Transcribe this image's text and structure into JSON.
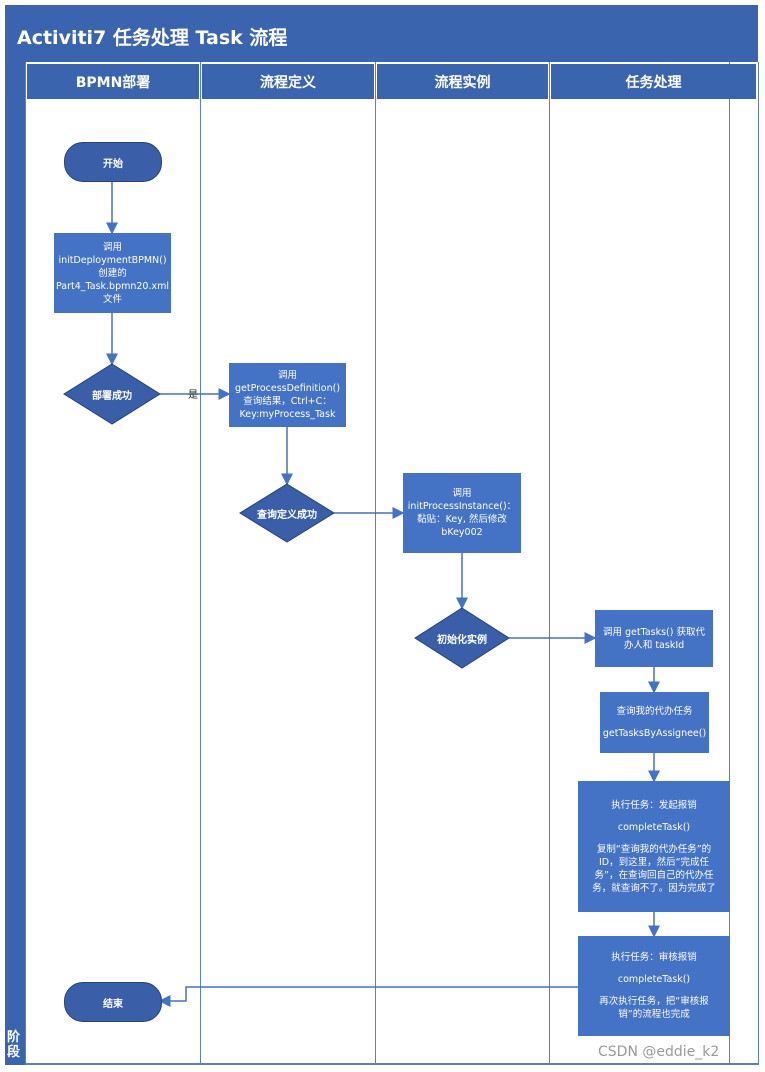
{
  "title": "Activiti7 任务处理 Task 流程",
  "stage_label": "阶段",
  "lanes": [
    "BPMN部署",
    "流程定义",
    "流程实例",
    "任务处理"
  ],
  "nodes": {
    "start": "开始",
    "deploy": [
      "调用",
      "initDeploymentBPMN()",
      "创建的",
      "Part4_Task.bpmn20.xml",
      "文件"
    ],
    "deploy_ok": "部署成功",
    "get_def": [
      "调用",
      "getProcessDefinition()",
      "查询结果，Ctrl+C：",
      "Key:myProcess_Task"
    ],
    "query_ok": "查询定义成功",
    "init_instance": [
      "调用",
      "initProcessInstance()：",
      "黏贴：Key, 然后修改",
      "bKey002"
    ],
    "init_done": "初始化实例",
    "get_tasks": [
      "调用 getTasks() 获取代",
      "办人和 taskId"
    ],
    "my_tasks": [
      "查询我的代办任务",
      "",
      "getTasksByAssignee()"
    ],
    "exec_task": [
      "执行任务：发起报销",
      "",
      "completeTask()",
      "",
      "复制“查询我的代办任务”的",
      "ID，到这里，然后“完成任",
      "务”，在查询回自己的代办任",
      "务，就查询不了。因为完成了"
    ],
    "audit_task": [
      "执行任务：审核报销",
      "",
      "completeTask()",
      "",
      "再次执行任务，把“审核报",
      "销”的流程也完成"
    ],
    "end": "结束"
  },
  "edge_labels": {
    "yes": "是"
  },
  "watermark": "CSDN @eddie_k2",
  "colors": {
    "primary": "#4472c4",
    "header": "#3b64ae",
    "line": "#4472c4"
  }
}
